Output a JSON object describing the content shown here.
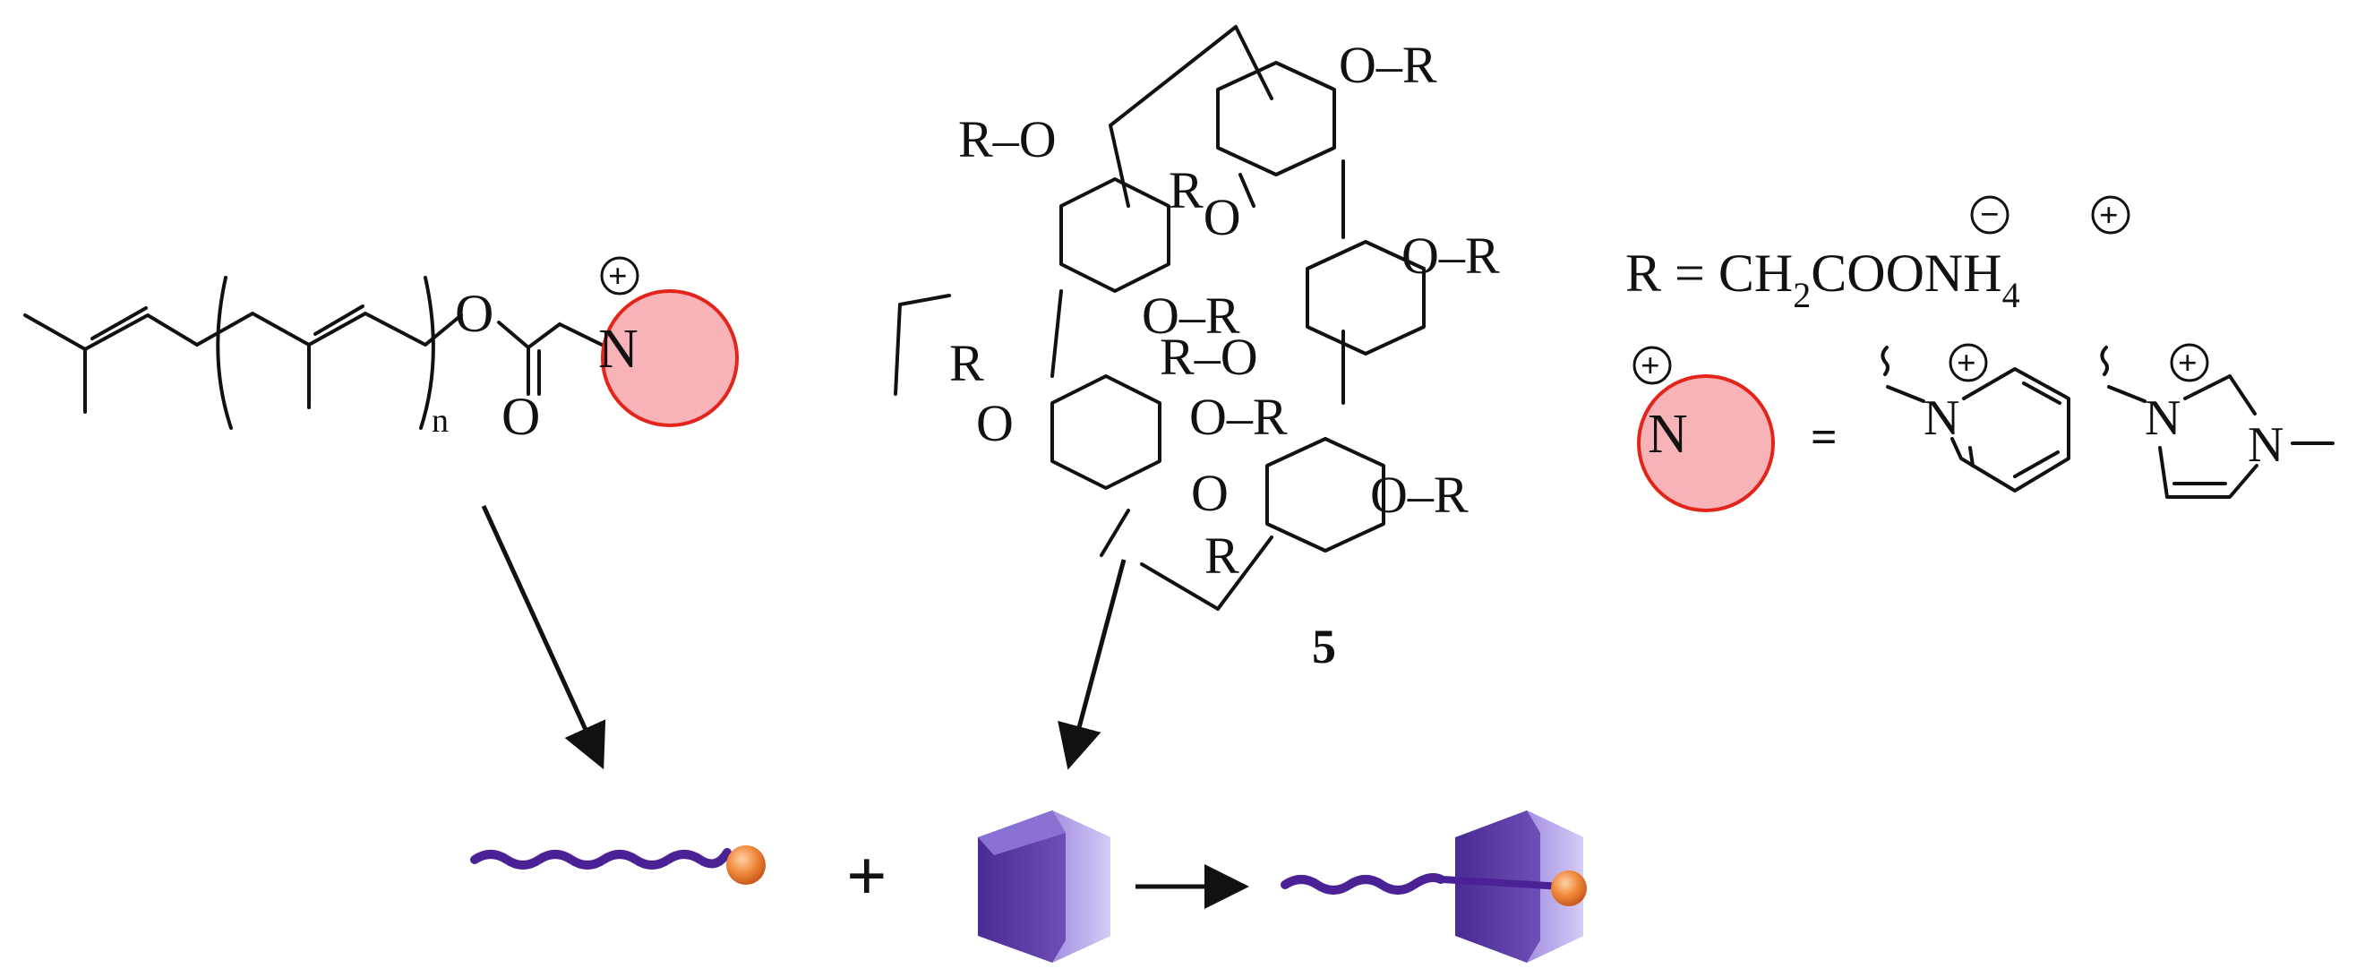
{
  "compound_label": "5",
  "r_definition": {
    "prefix": "R = CH",
    "sub1": "2",
    "mid": "COONH",
    "sub2": "4",
    "anion_charge": "−",
    "cation_charge": "+"
  },
  "atoms": {
    "N": "N",
    "O": "O",
    "R": "R",
    "n": "n",
    "plus": "+"
  },
  "equals_sign": "=",
  "plus_sign": "+",
  "colors": {
    "head_circle_fill": "#f7b3b8",
    "head_circle_stroke": "#e3241b",
    "chain": "#4b2296",
    "ball": "#f08a3c",
    "cavitand": "#7b5cc4",
    "cavitand_light": "#b9a7ea",
    "cavitand_dark": "#5a3aa6"
  }
}
